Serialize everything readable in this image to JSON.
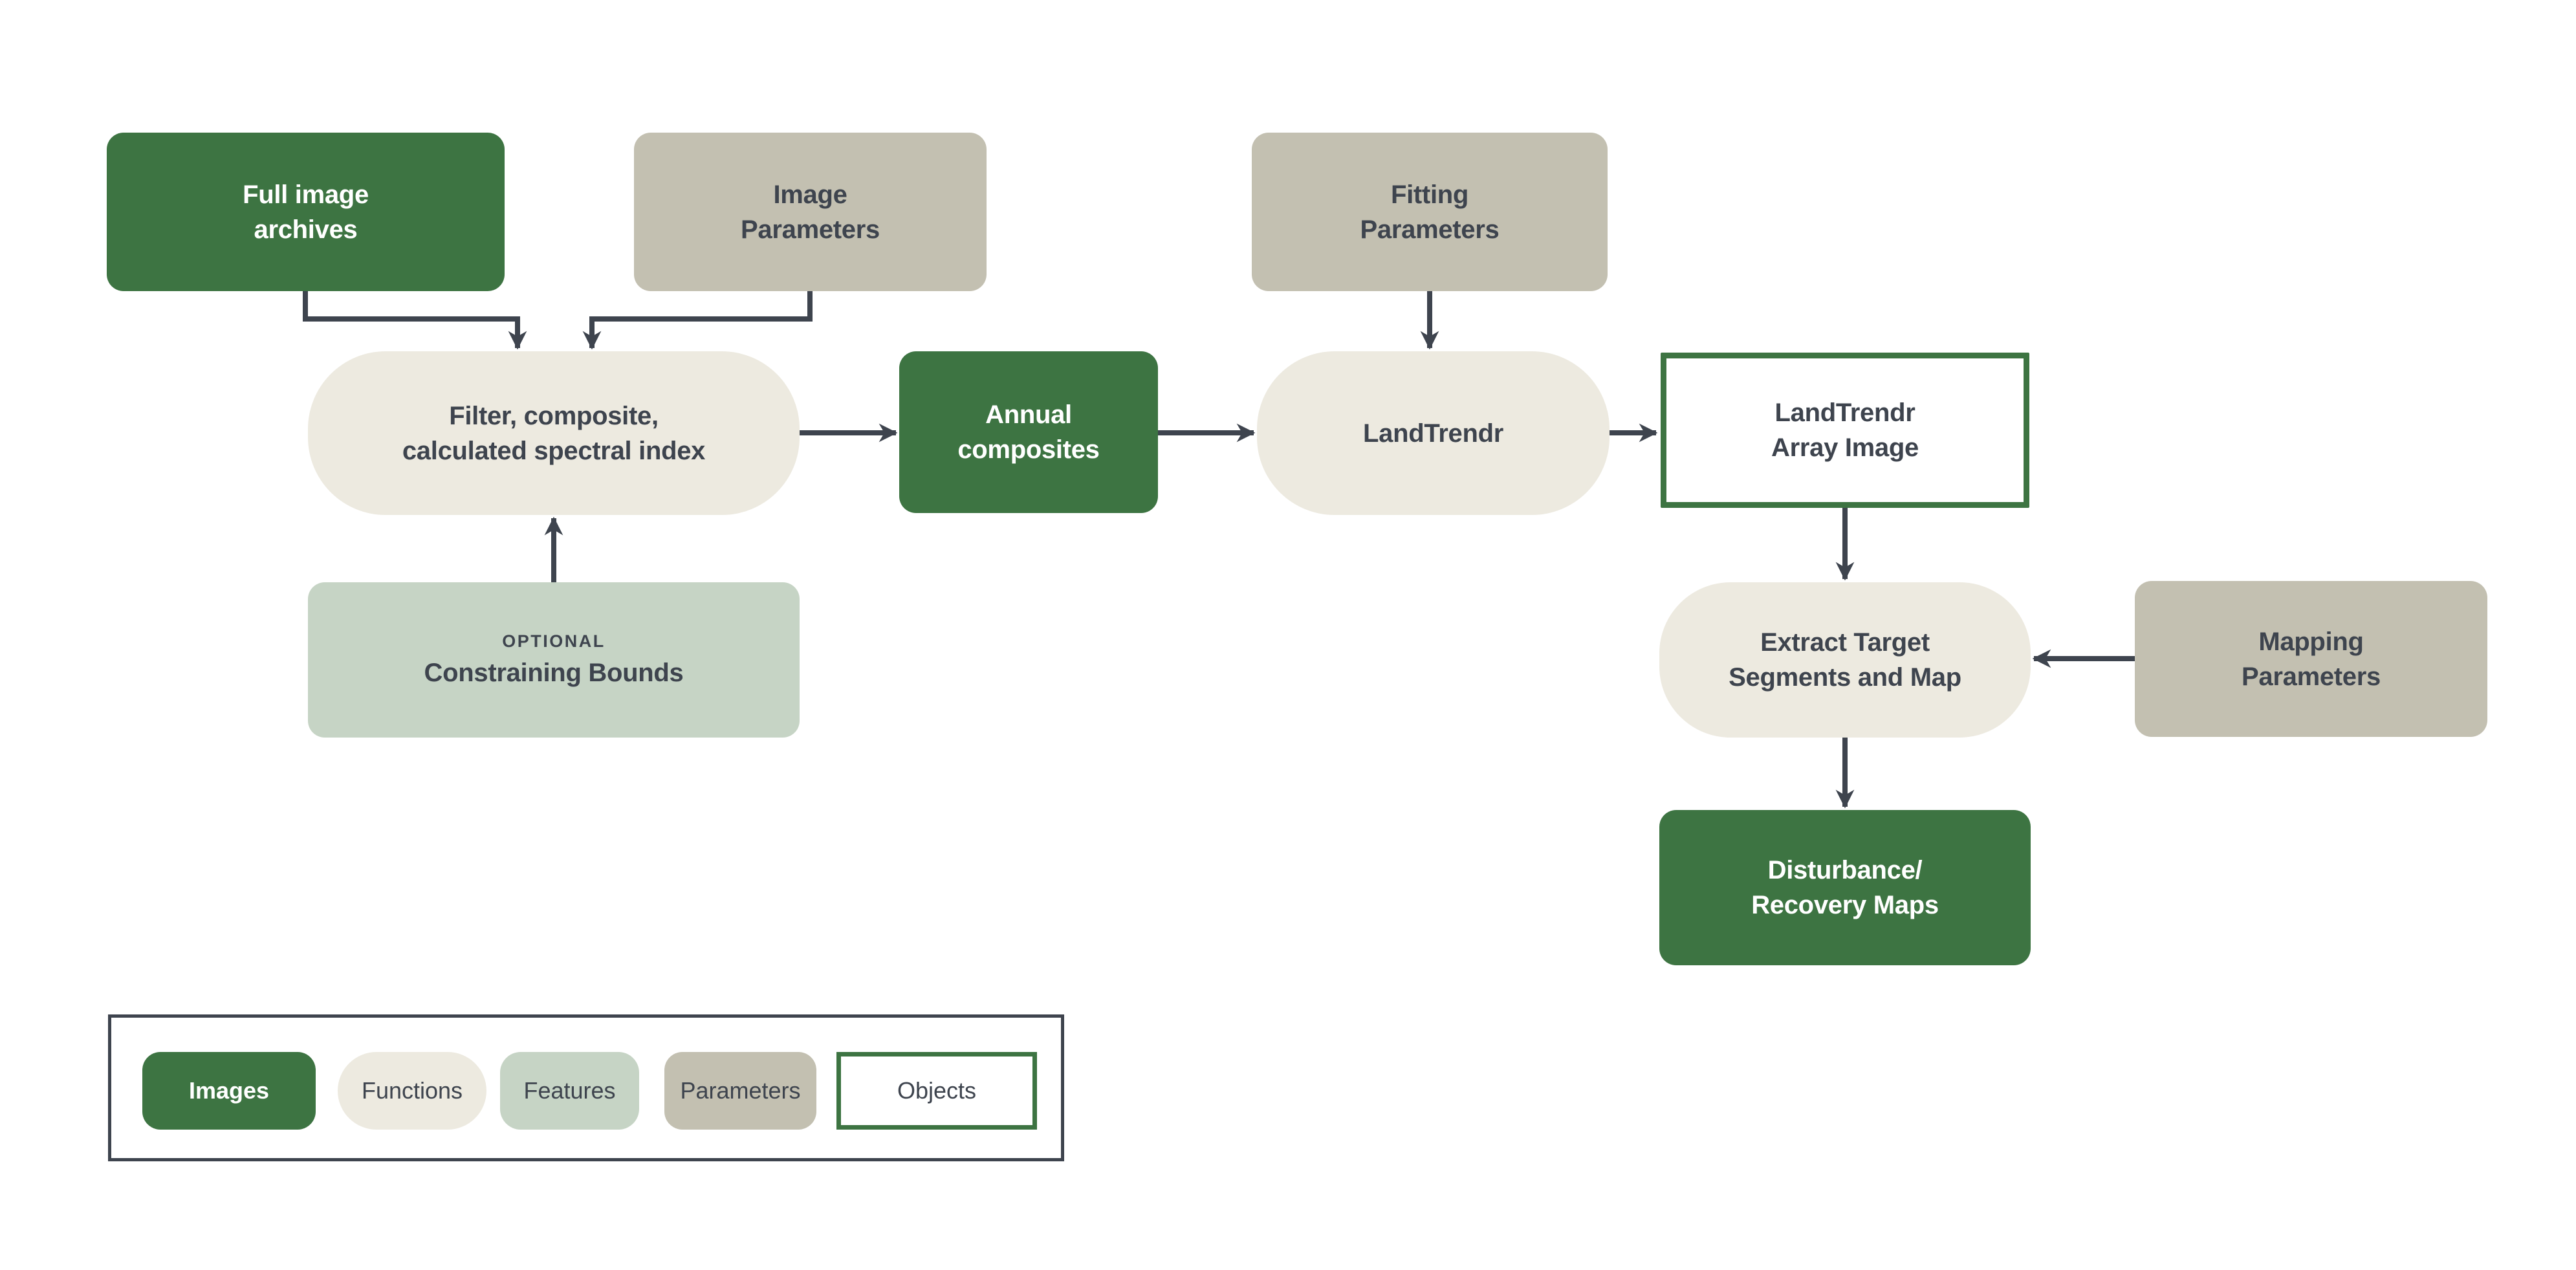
{
  "diagram": {
    "nodes": {
      "full_image_archives": {
        "line1": "Full image",
        "line2": "archives"
      },
      "image_parameters": {
        "line1": "Image",
        "line2": "Parameters"
      },
      "fitting_parameters": {
        "line1": "Fitting",
        "line2": "Parameters"
      },
      "filter_composite": {
        "line1": "Filter, composite,",
        "line2": "calculated spectral index"
      },
      "annual_composites": {
        "line1": "Annual",
        "line2": "composites"
      },
      "landtrendr": {
        "line1": "LandTrendr"
      },
      "landtrendr_array_image": {
        "line1": "LandTrendr",
        "line2": "Array Image"
      },
      "constraining_bounds": {
        "tag": "OPTIONAL",
        "line1": "Constraining Bounds"
      },
      "extract_target": {
        "line1": "Extract Target",
        "line2": "Segments and Map"
      },
      "mapping_parameters": {
        "line1": "Mapping",
        "line2": "Parameters"
      },
      "disturbance_recovery_maps": {
        "line1": "Disturbance/",
        "line2": "Recovery Maps"
      }
    },
    "legend": {
      "items": [
        {
          "label": "Images",
          "type": "images"
        },
        {
          "label": "Functions",
          "type": "functions"
        },
        {
          "label": "Features",
          "type": "features"
        },
        {
          "label": "Parameters",
          "type": "parameters"
        },
        {
          "label": "Objects",
          "type": "objects"
        }
      ]
    },
    "colors": {
      "image_green": "#3d7442",
      "function_cream": "#edeae0",
      "feature_light_green": "#c6d4c5",
      "parameter_gray": "#c3c0b1",
      "object_white": "#ffffff",
      "object_outline_green": "#3d7442",
      "connector_dark": "#3e444e"
    }
  }
}
